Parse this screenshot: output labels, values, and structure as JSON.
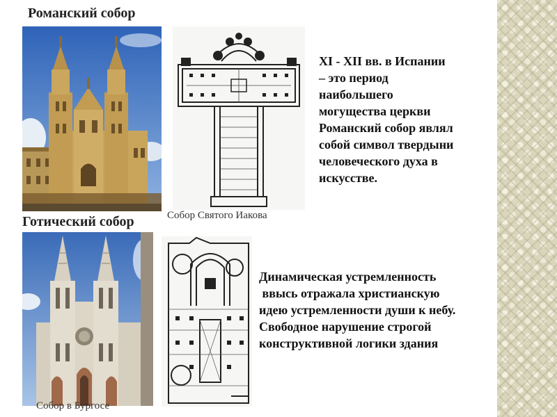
{
  "slide": {
    "romanesque": {
      "heading": "Романский собор",
      "caption": "Собор Святого Иакова",
      "text_lines": [
        "XI - XII вв. в Испании",
        "– это период",
        "наибольшего",
        "могущества церкви",
        "Романский собор являл",
        "собой символ твердыни",
        "человеческого духа в",
        "искусстве."
      ]
    },
    "gothic": {
      "heading": "Готический собор",
      "caption": "Собор в Бургосе",
      "text_lines": [
        "Динамическая устремленность",
        " ввысь отражала христианскую",
        "идею устремленности души к небу.",
        "Свободное нарушение строгой",
        "конструктивной логики здания"
      ]
    }
  },
  "colors": {
    "sky_top": "#2f63b8",
    "sky_bottom": "#8fb3e0",
    "stone": "#c9a55c",
    "stone_shadow": "#8a6a33",
    "gothic_stone": "#e3ddd0",
    "plan_line": "#222222",
    "side_pattern": "#d9d6bd"
  }
}
